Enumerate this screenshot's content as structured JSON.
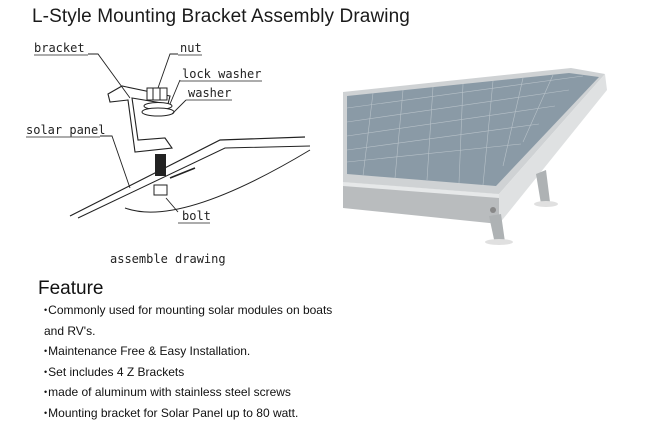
{
  "title": "L-Style Mounting Bracket Assembly Drawing",
  "drawing": {
    "labels": {
      "bracket": "bracket",
      "nut": "nut",
      "lock_washer": "lock washer",
      "washer": "washer",
      "solar_panel": "solar panel",
      "bolt": "bolt",
      "caption": "assemble drawing"
    }
  },
  "feature": {
    "heading": "Feature",
    "bullet_glyph": "•",
    "items": [
      "Commonly used for mounting solar modules on boats",
      "and RV's.",
      "Maintenance Free & Easy Installation.",
      "Set includes 4 Z Brackets",
      "made of aluminum with stainless steel screws",
      "Mounting bracket for Solar Panel up to 80 watt."
    ]
  },
  "colors": {
    "panel_cell": "#8a9aa6",
    "panel_frame": "#c9ccce",
    "grid_line": "#b8c2c9"
  }
}
